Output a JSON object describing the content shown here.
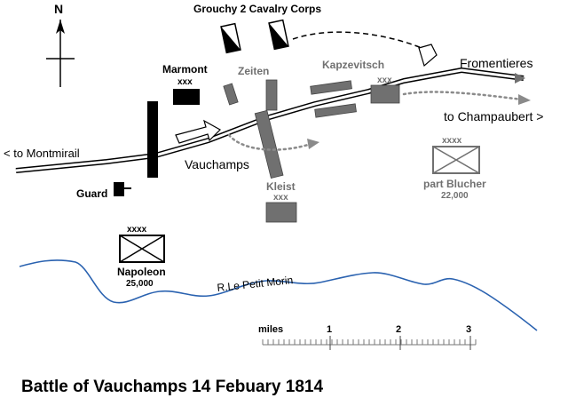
{
  "title": "Battle of Vauchamps  14 Febuary 1814",
  "compass": {
    "label": "N"
  },
  "roads": {
    "west": "< to Montmirail",
    "east": "to Champaubert >"
  },
  "places": {
    "vauchamps": "Vauchamps",
    "fromentieres": "Fromentieres"
  },
  "river": {
    "label": "R.Le Petit Morin",
    "color": "#2a62b0"
  },
  "units": {
    "grouchy": {
      "name": "Grouchy  2 Cavalry Corps"
    },
    "marmont": {
      "name": "Marmont",
      "size": "xxx"
    },
    "zeiten": {
      "name": "Zeiten"
    },
    "kapzevitsch": {
      "name": "Kapzevitsch",
      "size": "xxx"
    },
    "kleist": {
      "name": "Kleist",
      "size": "xxx"
    },
    "guard": {
      "name": "Guard"
    },
    "napoleon": {
      "name": "Napoleon",
      "size": "xxxx",
      "strength": "25,000"
    },
    "blucher": {
      "name": "part Blucher",
      "size": "xxxx",
      "strength": "22,000"
    }
  },
  "scale": {
    "label": "miles",
    "ticks": [
      "1",
      "2",
      "3"
    ]
  },
  "colors": {
    "french": "#000000",
    "allied": "#707070",
    "allied_movement": "#8a8a8a"
  }
}
